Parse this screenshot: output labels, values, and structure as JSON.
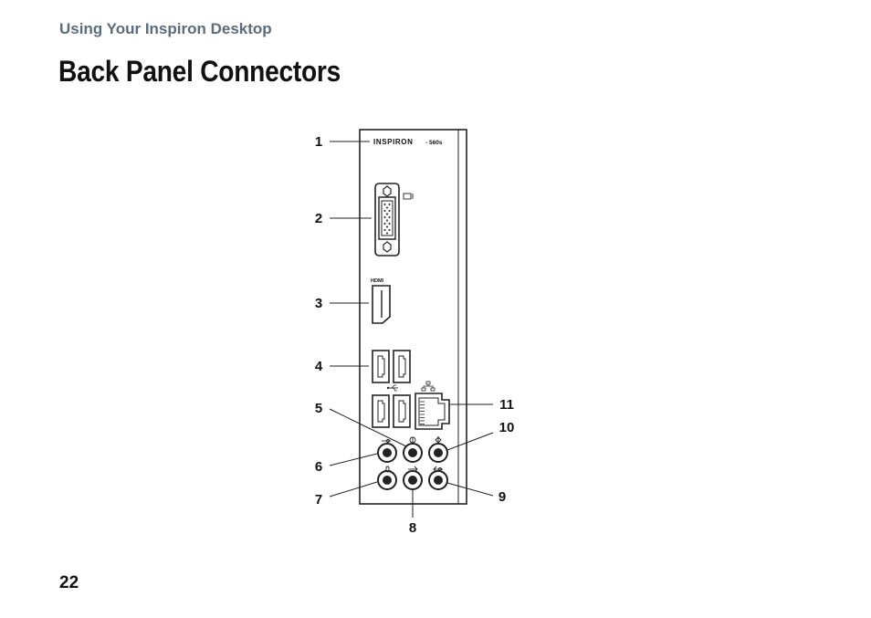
{
  "header": {
    "section": "Using Your Inspiron Desktop"
  },
  "title": "Back Panel Connectors",
  "page_number": "22",
  "panel": {
    "brand": "INSPIRON",
    "model": "- 560s",
    "hdmi_label": "HDMI"
  },
  "callouts": [
    "1",
    "2",
    "3",
    "4",
    "5",
    "6",
    "7",
    "8",
    "9",
    "10",
    "11"
  ]
}
